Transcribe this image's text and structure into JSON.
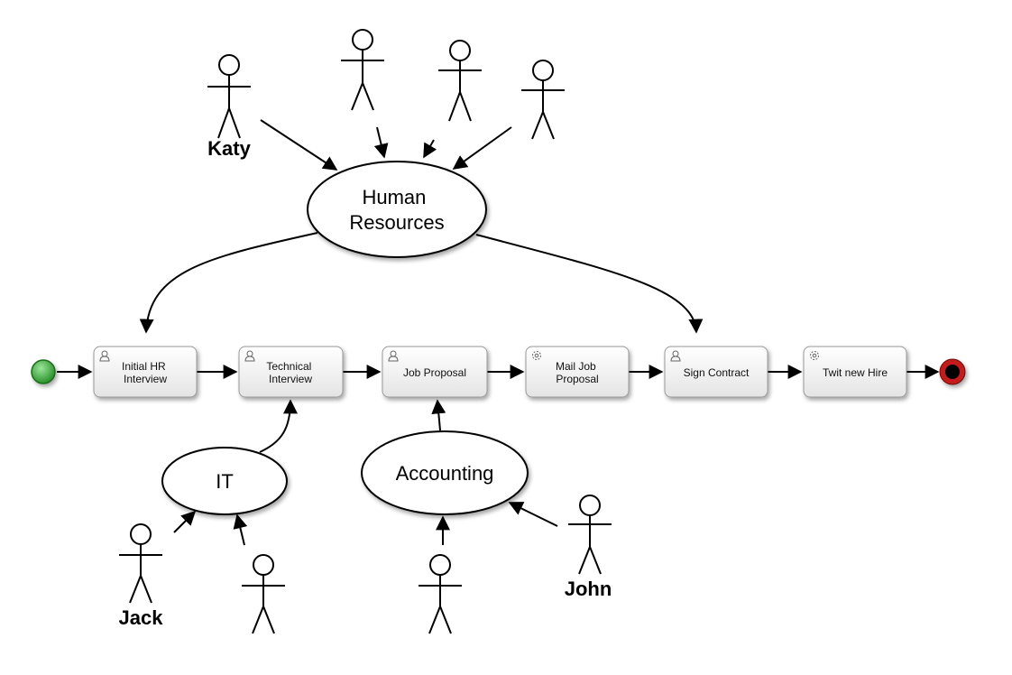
{
  "diagram": {
    "tasks": [
      {
        "id": "t1",
        "label": "Initial HR\nInterview",
        "icon": "user-task-icon"
      },
      {
        "id": "t2",
        "label": "Technical\nInterview",
        "icon": "user-task-icon"
      },
      {
        "id": "t3",
        "label": "Job Proposal",
        "icon": "user-task-icon"
      },
      {
        "id": "t4",
        "label": "Mail Job\nProposal",
        "icon": "service-task-icon"
      },
      {
        "id": "t5",
        "label": "Sign Contract",
        "icon": "user-task-icon"
      },
      {
        "id": "t6",
        "label": "Twit new Hire",
        "icon": "service-task-icon"
      }
    ],
    "groups": [
      {
        "id": "hr",
        "label": "Human\nResources"
      },
      {
        "id": "it",
        "label": "IT"
      },
      {
        "id": "acc",
        "label": "Accounting"
      }
    ],
    "actors": [
      {
        "id": "katy",
        "name": "Katy"
      },
      {
        "id": "hr2",
        "name": ""
      },
      {
        "id": "hr3",
        "name": ""
      },
      {
        "id": "hr4",
        "name": ""
      },
      {
        "id": "jack",
        "name": "Jack"
      },
      {
        "id": "it2",
        "name": ""
      },
      {
        "id": "acc1",
        "name": ""
      },
      {
        "id": "john",
        "name": "John"
      }
    ],
    "events": [
      {
        "id": "start",
        "type": "start",
        "color": "#2e9e2e"
      },
      {
        "id": "end",
        "type": "end",
        "color": "#b01515"
      }
    ]
  }
}
